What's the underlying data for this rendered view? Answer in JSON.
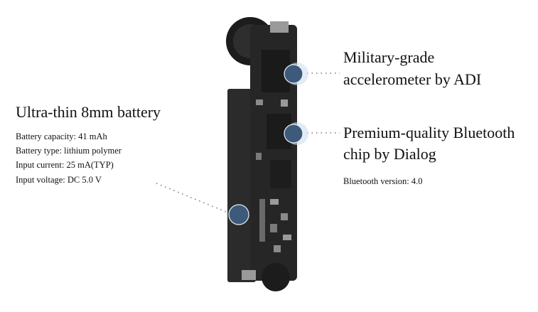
{
  "battery": {
    "title": "Ultra-thin 8mm battery",
    "specs": [
      "Battery capacity: 41 mAh",
      "Battery type: lithium polymer",
      "Input current: 25 mA(TYP)",
      "Input voltage: DC 5.0 V"
    ]
  },
  "accelerometer": {
    "title_line1": "Military-grade",
    "title_line2": "accelerometer by ADI"
  },
  "bluetooth": {
    "title_line1": "Premium-quality Bluetooth",
    "title_line2": "chip by Dialog",
    "version": "Bluetooth version: 4.0"
  },
  "colors": {
    "marker": "#3d5a7a",
    "device": "#2a2a2a"
  }
}
